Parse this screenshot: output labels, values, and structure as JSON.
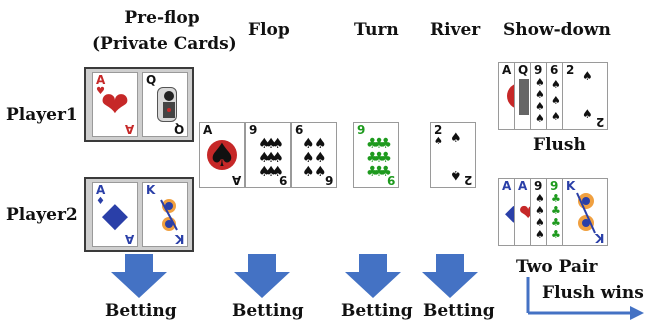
{
  "stages": {
    "preflop": "Pre-flop\n(Private Cards)",
    "preflop_line1": "Pre-flop",
    "preflop_line2": "(Private Cards)",
    "flop": "Flop",
    "turn": "Turn",
    "river": "River",
    "showdown": "Show-down"
  },
  "players": {
    "p1": "Player1",
    "p2": "Player2"
  },
  "results": {
    "p1_hand": "Flush",
    "p2_hand": "Two Pair",
    "outcome": "Flush wins"
  },
  "actions": {
    "flop_betting": "Betting",
    "preflop_betting": "Betting",
    "turn_betting": "Betting",
    "river_betting": "Betting"
  },
  "cards": {
    "p1_private": [
      {
        "rank": "A",
        "suit": "♥"
      },
      {
        "rank": "Q",
        "suit": "♠"
      }
    ],
    "p2_private": [
      {
        "rank": "A",
        "suit": "♦"
      },
      {
        "rank": "K",
        "suit": "♦"
      }
    ],
    "flop": [
      {
        "rank": "A",
        "suit": "♠"
      },
      {
        "rank": "9",
        "suit": "♠"
      },
      {
        "rank": "6",
        "suit": "♠"
      }
    ],
    "turn": {
      "rank": "9",
      "suit": "♣"
    },
    "river": {
      "rank": "2",
      "suit": "♠"
    },
    "p1_showdown": [
      "A",
      "Q",
      "9",
      "6",
      "2"
    ],
    "p2_showdown": [
      "A",
      "A",
      "9",
      "9",
      "K"
    ]
  },
  "colors": {
    "arrow": "#4472c4",
    "red_suit": "#c62828",
    "blue_suit": "#2a3fa8",
    "green_suit": "#1e9a1e",
    "tray": "#cfcfcf"
  }
}
